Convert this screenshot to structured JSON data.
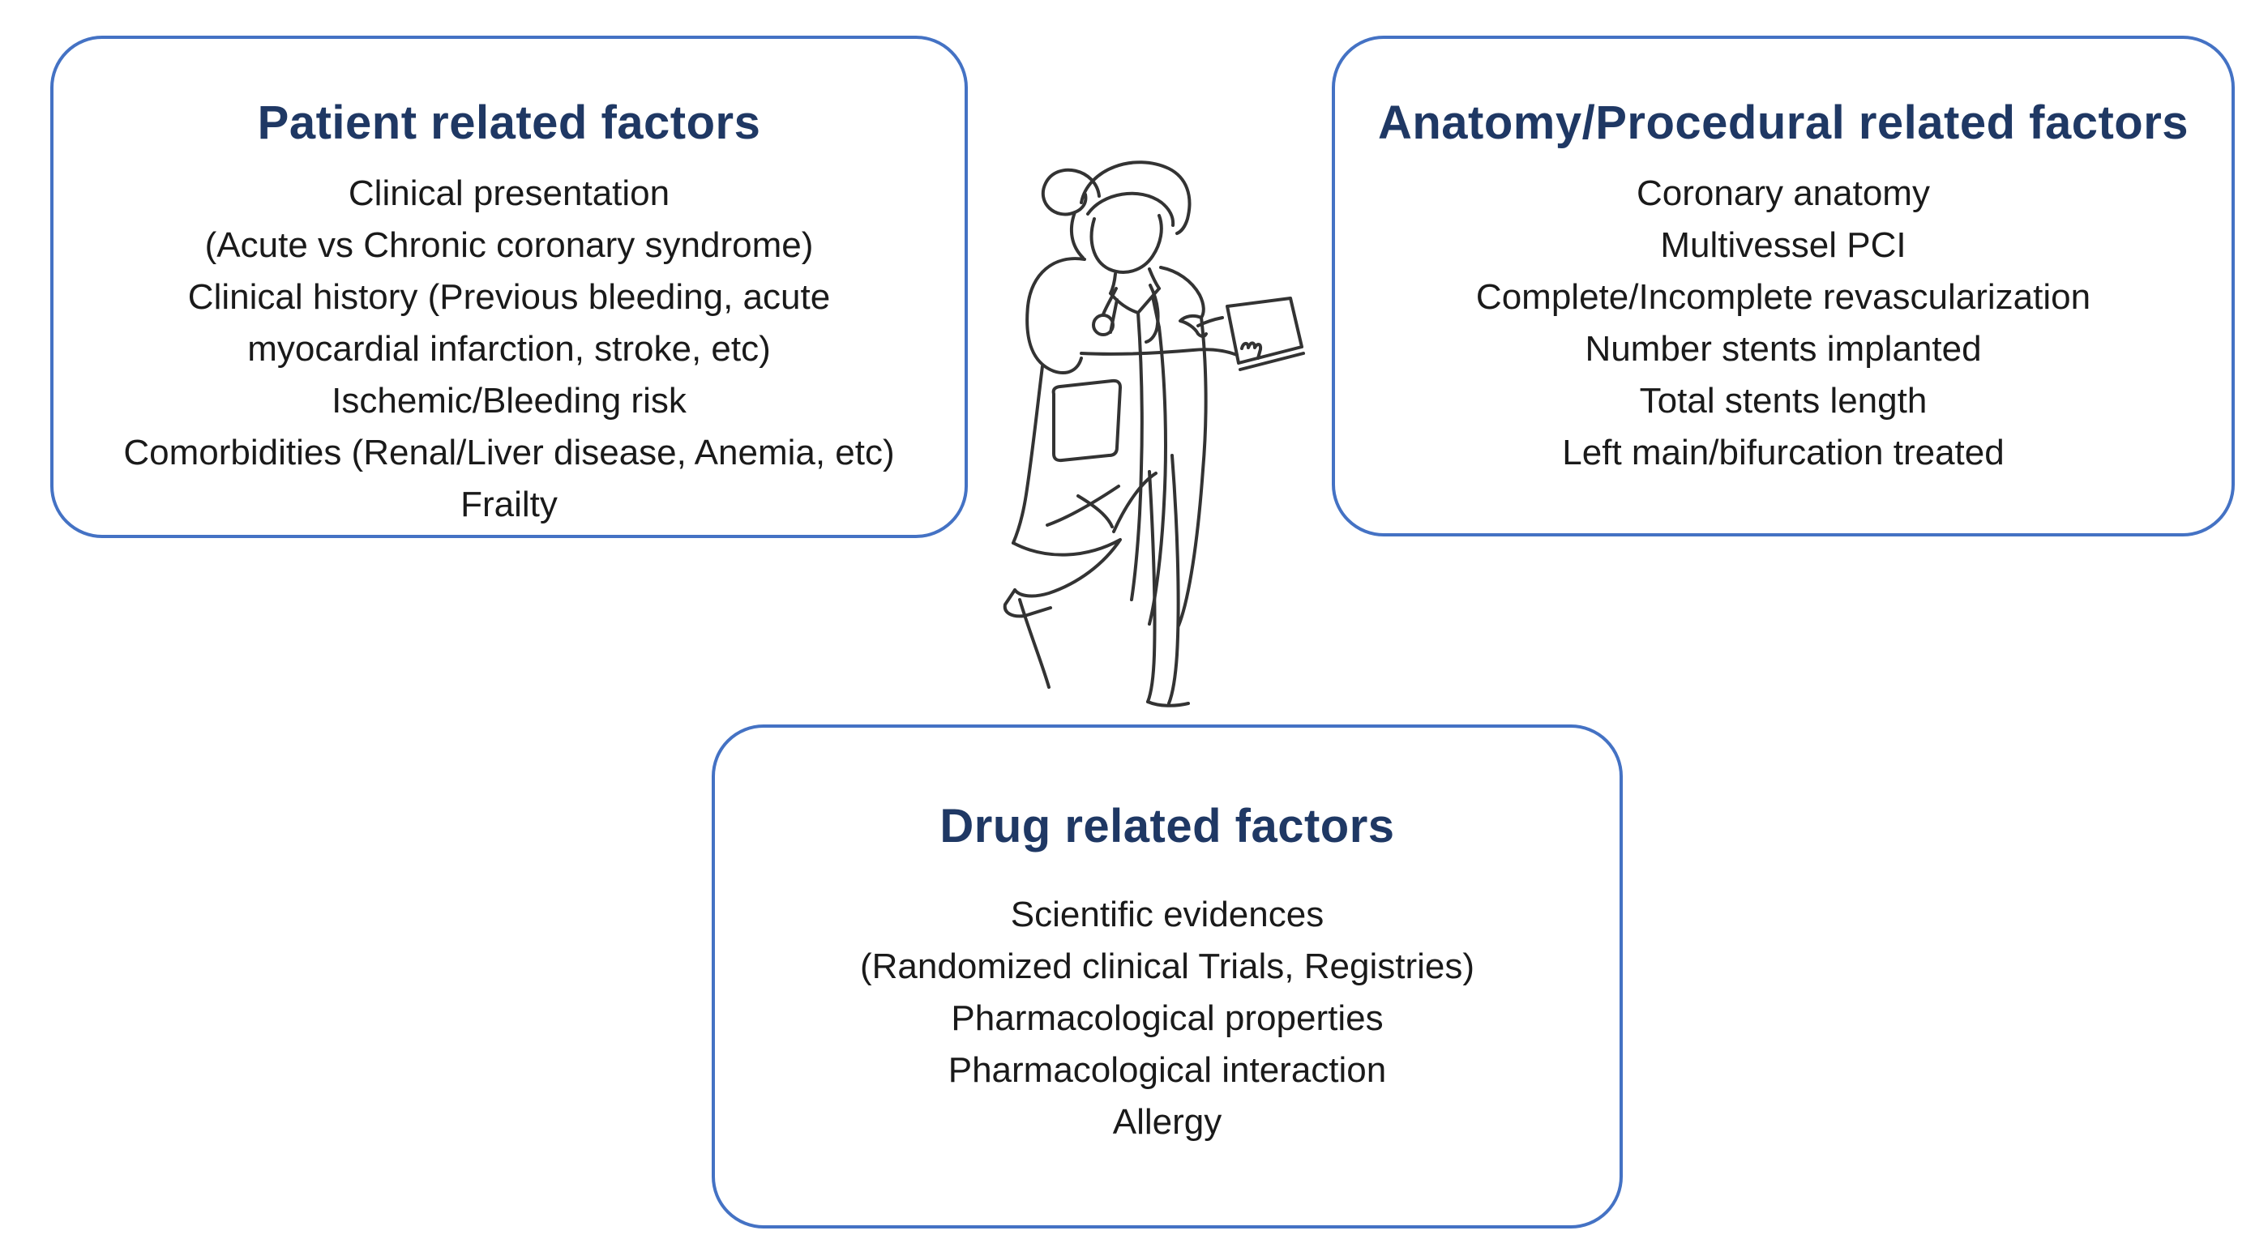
{
  "figure": {
    "colors": {
      "box_border": "#4472C4",
      "title_text": "#1F3864",
      "body_text": "#1A1A1A",
      "line_art": "#333333",
      "background": "#FFFFFF"
    },
    "boxes": {
      "patient": {
        "title": "Patient related factors",
        "lines": [
          "Clinical presentation",
          "(Acute vs Chronic coronary syndrome)",
          "Clinical history (Previous bleeding, acute",
          "myocardial infarction, stroke, etc)",
          "Ischemic/Bleeding risk",
          "Comorbidities (Renal/Liver disease, Anemia, etc)",
          "Frailty"
        ]
      },
      "anatomy": {
        "title": "Anatomy/Procedural related factors",
        "lines": [
          "Coronary anatomy",
          "Multivessel PCI",
          "Complete/Incomplete revascularization",
          "Number stents implanted",
          "Total stents length",
          "Left main/bifurcation treated"
        ]
      },
      "drug": {
        "title": "Drug related factors",
        "lines": [
          "Scientific evidences",
          "(Randomized clinical Trials, Registries)",
          "Pharmacological properties",
          "Pharmacological interaction",
          "Allergy"
        ]
      }
    },
    "illustration": {
      "name": "doctor-with-tablet-line-art"
    }
  }
}
